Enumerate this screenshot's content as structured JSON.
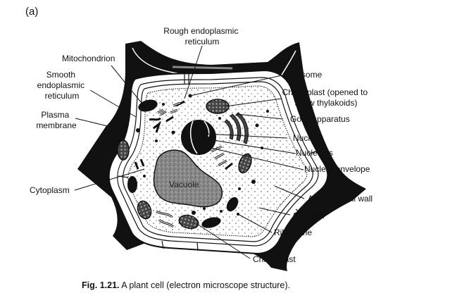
{
  "panel_label": "(a)",
  "labels": {
    "rough_er": [
      "Rough endoplasmic",
      "reticulum"
    ],
    "mitochondrion": [
      "Mitochondrion"
    ],
    "smooth_er": [
      "Smooth",
      "endoplasmic",
      "reticulum"
    ],
    "plasma_membrane": [
      "Plasma",
      "membrane"
    ],
    "cytoplasm": [
      "Cytoplasm"
    ],
    "lysosome": [
      "Lysosome"
    ],
    "chloroplast_opened": [
      "Chloroplast (opened to",
      "show thylakoids)"
    ],
    "golgi": [
      "Golgi apparatus"
    ],
    "nucleus": [
      "Nucleus"
    ],
    "nucleolus": [
      "Nucleolus"
    ],
    "nuclear_envelope": [
      "Nuclear envelope"
    ],
    "adjacent_cell_wall": [
      "Adjacent cell wall"
    ],
    "cell_wall": [
      "Cell wall"
    ],
    "ribosome": [
      "Ribosome"
    ],
    "chloroplast": [
      "Chloroplast"
    ],
    "vacuole": [
      "Vacuole"
    ]
  },
  "caption": {
    "number": "Fig. 1.21.",
    "text": " A plant cell (electron microscope structure)."
  }
}
